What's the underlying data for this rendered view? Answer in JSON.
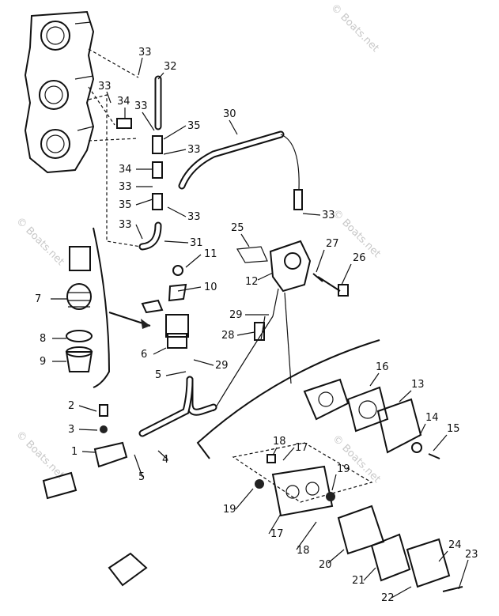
{
  "watermark": "© Boats.net",
  "callouts": {
    "c1": "1",
    "c2": "2",
    "c3": "3",
    "c4": "4",
    "c5a": "5",
    "c5b": "5",
    "c6": "6",
    "c7": "7",
    "c8": "8",
    "c9": "9",
    "c10": "10",
    "c11": "11",
    "c12": "12",
    "c13": "13",
    "c14": "14",
    "c15": "15",
    "c16": "16",
    "c17a": "17",
    "c17b": "17",
    "c18a": "18",
    "c18b": "18",
    "c19a": "19",
    "c19b": "19",
    "c20": "20",
    "c21": "21",
    "c22": "22",
    "c23": "23",
    "c24": "24",
    "c25": "25",
    "c26": "26",
    "c27": "27",
    "c28": "28",
    "c29a": "29",
    "c29b": "29",
    "c30": "30",
    "c31": "31",
    "c32": "32",
    "c33a": "33",
    "c33b": "33",
    "c33c": "33",
    "c33d": "33",
    "c33e": "33",
    "c33f": "33",
    "c33g": "33",
    "c33h": "33",
    "c34a": "34",
    "c34b": "34",
    "c35a": "35",
    "c35b": "35"
  }
}
